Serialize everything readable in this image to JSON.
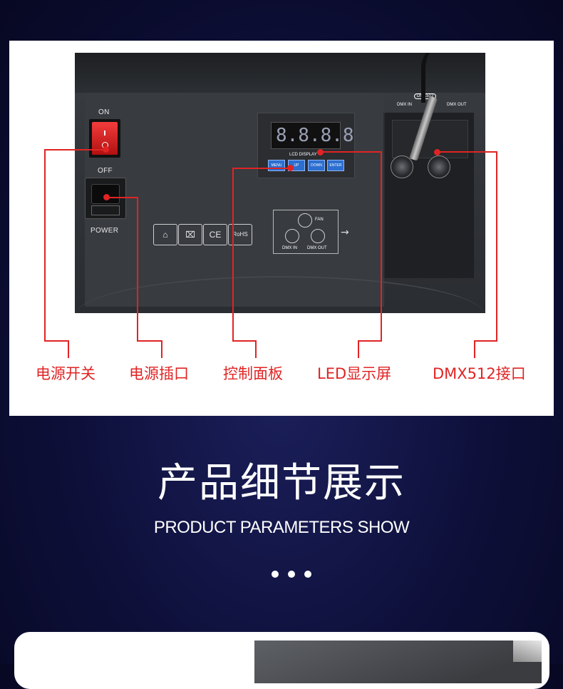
{
  "diagram": {
    "switch_on_label": "ON",
    "switch_off_label": "OFF",
    "power_label": "POWER",
    "lcd_display_label": "LCD DISPLAY",
    "lcd_digits": "8.8.8.8",
    "panel_buttons": [
      "MENU",
      "UP",
      "DOWN",
      "ENTER"
    ],
    "fan_label": "FAN",
    "dmx_in_label": "DMX IN",
    "dmx_out_label": "DMX OUT",
    "dmx_box_title": "DMX512",
    "certifications": [
      "CE",
      "RoHS"
    ]
  },
  "callouts": {
    "power_switch": "电源开关",
    "power_socket": "电源插口",
    "control_panel": "控制面板",
    "led_display": "LED显示屏",
    "dmx_port": "DMX512接口"
  },
  "section": {
    "title": "产品细节展示",
    "subtitle": "PRODUCT PARAMETERS SHOW"
  },
  "colors": {
    "callout_red": "#e02424",
    "background_navy": "#0d0f38"
  }
}
